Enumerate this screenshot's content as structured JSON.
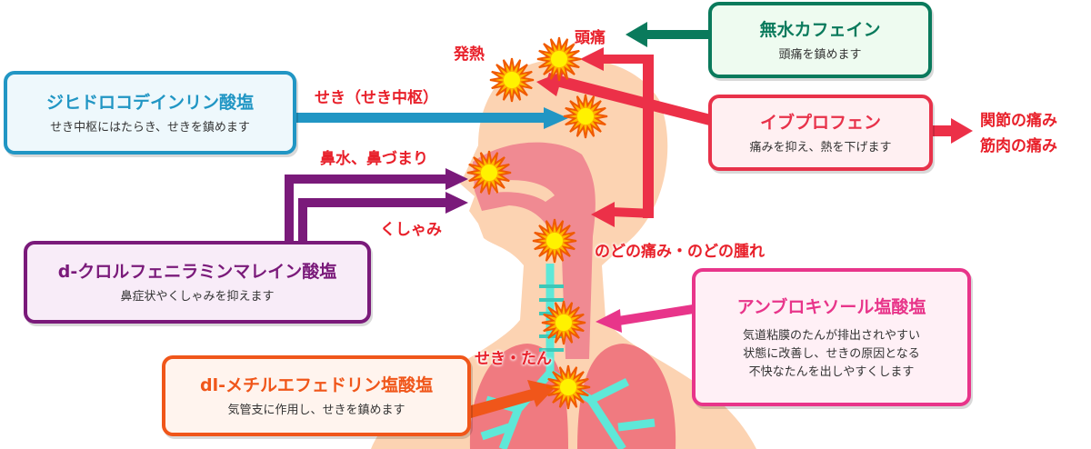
{
  "colors": {
    "caffeine": "#0a7a5c",
    "codeine": "#2196c4",
    "ibuprofen": "#e8324a",
    "chlor": "#7a1a7a",
    "ambroxol": "#e8358a",
    "ephedrine": "#f0561a",
    "label": "#e8202a"
  },
  "boxes": {
    "caffeine": {
      "title": "無水カフェイン",
      "desc": "頭痛を鎮めます"
    },
    "codeine": {
      "title": "ジヒドロコデインリン酸塩",
      "desc": "せき中枢にはたらき、せきを鎮めます"
    },
    "ibuprofen": {
      "title": "イブプロフェン",
      "desc": "痛みを抑え、熱を下げます"
    },
    "chlor": {
      "title": "d-クロルフェニラミンマレイン酸塩",
      "desc": "鼻症状やくしゃみを抑えます"
    },
    "ambroxol": {
      "title": "アンブロキソール塩酸塩",
      "desc1": "気道粘膜のたんが排出されやすい",
      "desc2": "状態に改善し、せきの原因となる",
      "desc3": "不快なたんを出しやすくします"
    },
    "ephedrine": {
      "title": "dl-メチルエフェドリン塩酸塩",
      "desc": "気管支に作用し、せきを鎮めます"
    }
  },
  "labels": {
    "headache": "頭痛",
    "fever": "発熱",
    "cough_center": "せき（せき中枢）",
    "nose": "鼻水、鼻づまり",
    "sneeze": "くしゃみ",
    "throat": "のどの痛み・のどの腫れ",
    "cough_phlegm": "せき・たん",
    "joint": "関節の痛み",
    "muscle": "筋肉の痛み"
  }
}
